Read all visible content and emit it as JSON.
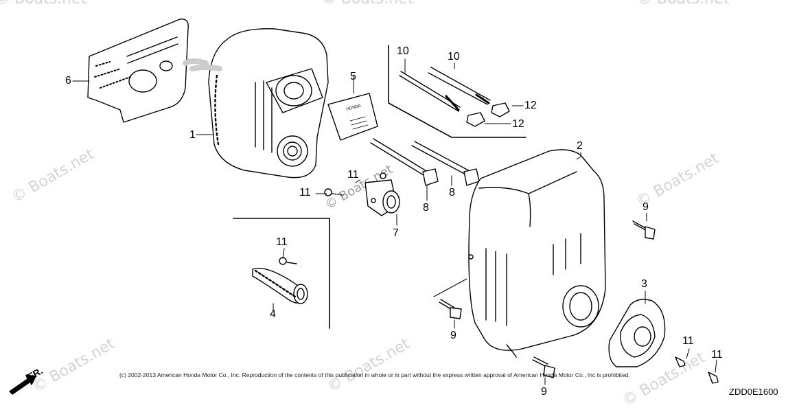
{
  "diagram": {
    "callouts": {
      "c1": "1",
      "c2": "2",
      "c3": "3",
      "c4": "4",
      "c5": "5",
      "c6": "6",
      "c7": "7",
      "c8a": "8",
      "c8b": "8",
      "c9a": "9",
      "c9b": "9",
      "c9c": "9",
      "c10a": "10",
      "c10b": "10",
      "c11a": "11",
      "c11b": "11",
      "c11c": "11",
      "c11d": "11",
      "c11e": "11",
      "c12a": "12",
      "c12b": "12"
    },
    "label_plate_text": "HONDA",
    "orientation_label": "FR.",
    "diagram_code": "ZDD0E1600"
  },
  "watermark": "© Boats.net",
  "copyright": "(c) 2002-2013 American Honda Motor Co., Inc. Reproduction of the contents of this publication in whole or in part without the express written approval of American Honda Motor Co., Inc is prohibited.",
  "colors": {
    "ink": "#000000",
    "watermark": "#d4d4d4",
    "paper": "#ffffff"
  }
}
